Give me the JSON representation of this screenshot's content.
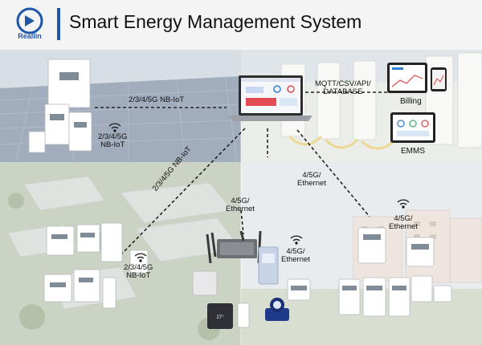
{
  "header": {
    "logo_text": "Reallin",
    "title": "Smart Energy Management System"
  },
  "links": {
    "solar_to_laptop": "2/3/4/5G NB-IoT",
    "solar_meter": "2/3/4/5G\nNB-IoT",
    "laptop_protocols": "MQTT/CSV/API/\nDATABASE",
    "diagonal": "2/3/4/5G NB-IoT",
    "gateway": "4/5G/\nEthernet",
    "center_right": "4/5G/\nEthernet",
    "right": "4/5G/\nEthernet",
    "left_meters": "2/3/4/5G\nNB-IoT",
    "center_box": "4/5G/\nEthernet"
  },
  "apps": {
    "billing": "Billing",
    "emms": "EMMS"
  },
  "colors": {
    "accent": "#1f56a8",
    "sky": "#c6d3de",
    "solar": "#6f7e96",
    "grass": "#a4b58f",
    "line": "#222222"
  }
}
